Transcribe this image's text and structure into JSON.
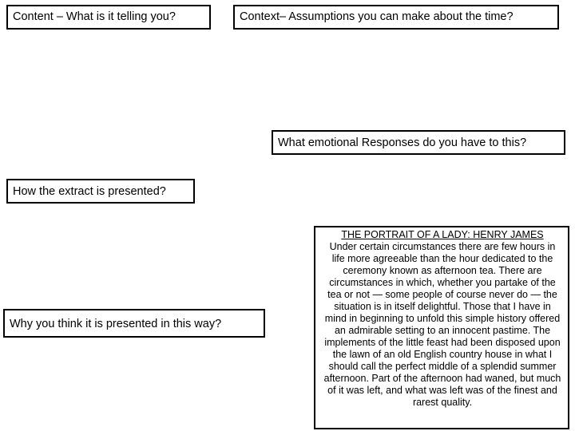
{
  "boxes": {
    "content": "Content – What is it telling you?",
    "context": "Context– Assumptions you can make about the time?",
    "emotional": "What emotional Responses do you have to this?",
    "presented": "How the extract is presented?",
    "why": "Why you think it is presented in this way?"
  },
  "extract": {
    "title": "THE PORTRAIT OF A LADY: HENRY JAMES",
    "body": "Under certain circumstances there are few hours in life more agreeable than the hour dedicated to the ceremony known as afternoon tea. There are circumstances in which, whether you partake of the tea or not — some people of course never do — the situation is in itself delightful. Those that I have in mind in beginning to unfold this simple history offered an admirable setting to an innocent pastime. The implements of the little feast had been disposed upon the lawn of an old English country house in what I should call the perfect middle of a splendid summer afternoon. Part of the afternoon had waned, but much of it was left, and what was left was of the finest and rarest quality."
  }
}
